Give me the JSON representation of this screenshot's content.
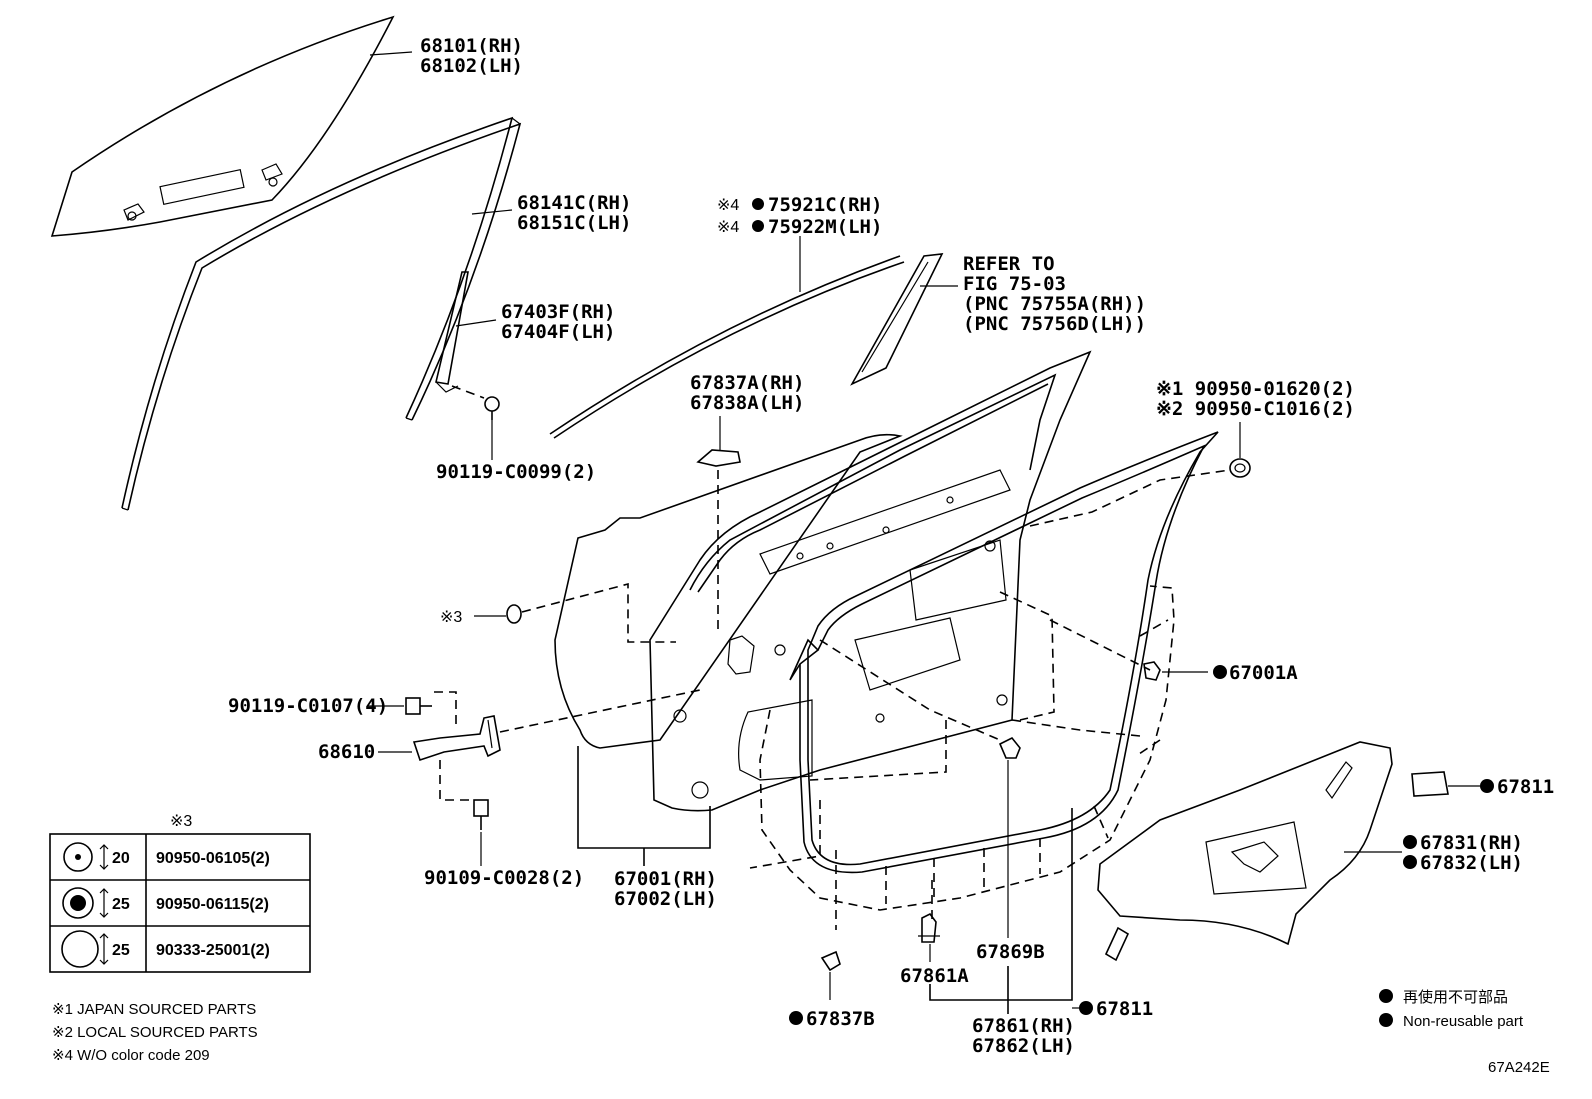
{
  "parts": {
    "glass_rh": "68101(RH)",
    "glass_lh": "68102(LH)",
    "run_rh": "68141C(RH)",
    "run_lh": "68151C(LH)",
    "sash_rh": "67403F(RH)",
    "sash_lh": "67404F(LH)",
    "screw_0099": "90119-C0099(2)",
    "mould_mark_1": "※4",
    "mould_rh": "75921C(RH)",
    "mould_mark_2": "※4",
    "mould_lh": "75922M(LH)",
    "refer_1": "REFER TO",
    "refer_2": "FIG 75-03",
    "refer_3": "(PNC 75755A(RH))",
    "refer_4": "(PNC 75756D(LH))",
    "cover_rh": "67837A(RH)",
    "cover_lh": "67838A(LH)",
    "plug_1": "※1 90950-01620(2)",
    "plug_2": "※2 90950-C1016(2)",
    "clip_a": "67001A",
    "hole_plug_ref": "※3",
    "bolt_0107": "90119-C0107(4)",
    "check": "68610",
    "bolt_0028": "90109-C0028(2)",
    "door_rh": "67001(RH)",
    "door_lh": "67002(LH)",
    "seal_67811_top": "67811",
    "film_rh": "67831(RH)",
    "film_lh": "67832(LH)",
    "clip_b": "67869B",
    "clip_61a": "67861A",
    "clip_37b": "67837B",
    "seal_67811_bottom": "67811",
    "weather_rh": "67861(RH)",
    "weather_lh": "67862(LH)"
  },
  "table": {
    "title": "※3",
    "rows": [
      {
        "size": "20",
        "part": "90950-06105(2)"
      },
      {
        "size": "25",
        "part": "90950-06115(2)"
      },
      {
        "size": "25",
        "part": "90333-25001(2)"
      }
    ]
  },
  "notes": {
    "n1": "※1 JAPAN SOURCED PARTS",
    "n2": "※2 LOCAL SOURCED PARTS",
    "n4": "※4 W/O color code 209"
  },
  "legend": {
    "jp": "再使用不可部品",
    "en": "Non-reusable part"
  },
  "figure_code": "67A242E"
}
